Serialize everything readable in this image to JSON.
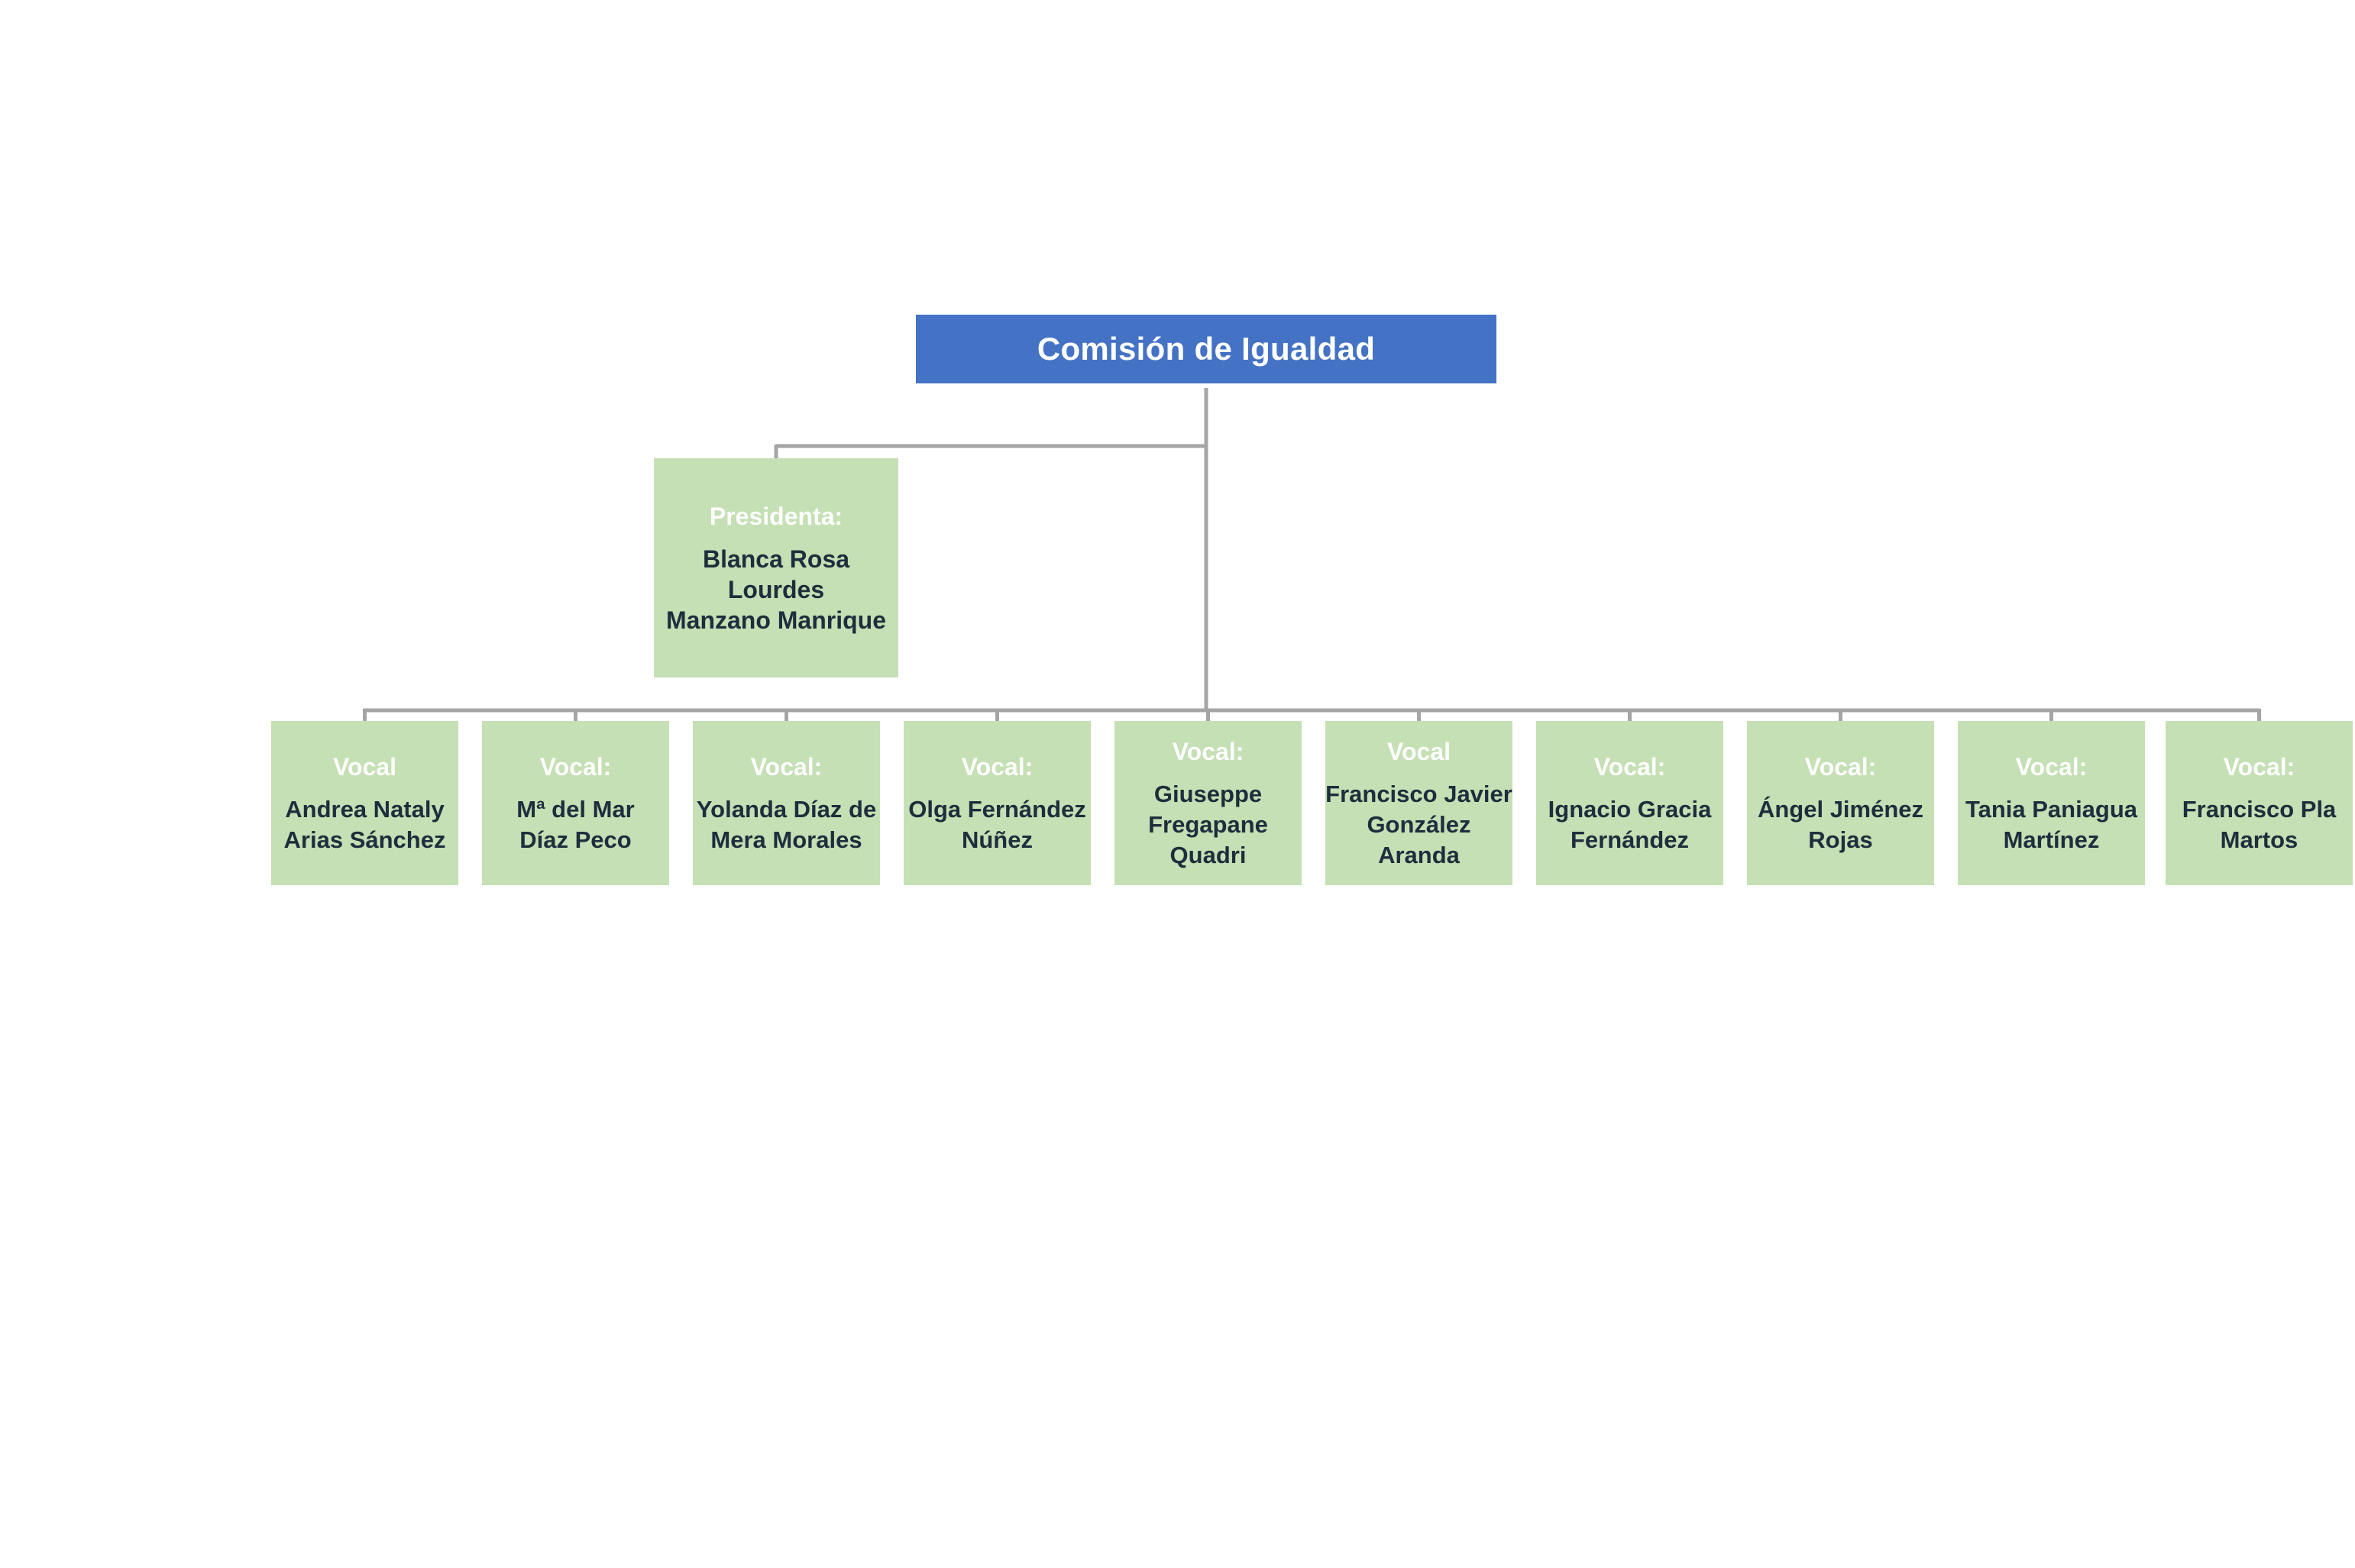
{
  "title": "Comisión de Igualdad",
  "president": {
    "role": "Presidenta:",
    "name": "Blanca Rosa Lourdes\nManzano Manrique"
  },
  "vocals": [
    {
      "role": "Vocal",
      "name": "Andrea Nataly\nArias Sánchez"
    },
    {
      "role": "Vocal:",
      "name": "Mª del Mar\nDíaz Peco"
    },
    {
      "role": "Vocal:",
      "name": "Yolanda Díaz de\nMera Morales"
    },
    {
      "role": "Vocal:",
      "name": "Olga Fernández\nNúñez"
    },
    {
      "role": "Vocal:",
      "name": "Giuseppe\nFregapane\nQuadri"
    },
    {
      "role": "Vocal",
      "name": "Francisco Javier\nGonzález\nAranda"
    },
    {
      "role": "Vocal:",
      "name": "Ignacio Gracia\nFernández"
    },
    {
      "role": "Vocal:",
      "name": "Ángel Jiménez\nRojas"
    },
    {
      "role": "Vocal:",
      "name": "Tania Paniagua\nMartínez"
    },
    {
      "role": "Vocal:",
      "name": "Francisco Pla\nMartos"
    }
  ],
  "colors": {
    "title_fill": "#4472c4",
    "node_fill": "#c5e0b4",
    "connector": "#a5a5a5",
    "role_text": "#ffffff",
    "name_text": "#1f2d3d"
  }
}
